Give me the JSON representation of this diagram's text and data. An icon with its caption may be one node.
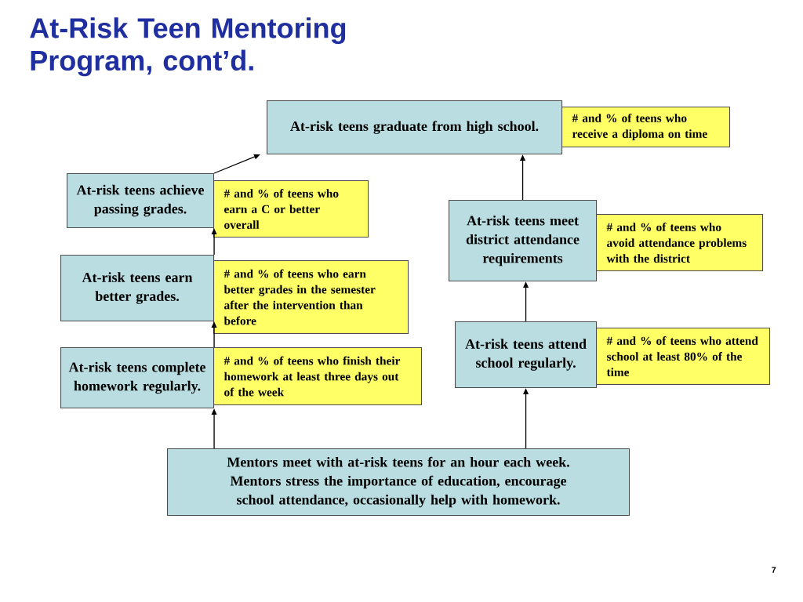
{
  "diagram": {
    "title": "At-Risk Teen Mentoring Program, cont’d.",
    "nodes": [
      {
        "text": [
          "At-risk teens graduate from high school."
        ]
      },
      {
        "text": [
          "# and % of teens who receive a diploma on time"
        ]
      },
      {
        "text": [
          "At-risk teens achieve passing grades."
        ]
      },
      {
        "text": [
          "# and % of teens who earn a C or better overall"
        ]
      },
      {
        "text": [
          "At-risk teens meet district attendance requirements"
        ]
      },
      {
        "text": [
          "# and % of teens who avoid attendance problems with the district"
        ]
      },
      {
        "text": [
          "At-risk teens earn better grades."
        ]
      },
      {
        "text": [
          "# and % of teens who earn better grades in the semester after the intervention than before"
        ]
      },
      {
        "text": [
          "At-risk teens attend school regularly."
        ]
      },
      {
        "text": [
          "# and % of teens who attend school at least 80% of the time"
        ]
      },
      {
        "text": [
          "At-risk teens complete homework regularly."
        ]
      },
      {
        "text": [
          "# and % of teens who finish their homework at least three days out of the week"
        ]
      },
      {
        "text": [
          "Mentors meet with at-risk teens for an hour each week. Mentors stress the importance of education, encourage school attendance, occasionally help with homework."
        ]
      }
    ],
    "edges": [
      {
        "from": 12,
        "to": 10,
        "arrow": "to"
      },
      {
        "from": 10,
        "to": 6,
        "arrow": "to"
      },
      {
        "from": 6,
        "to": 2,
        "arrow": "to"
      },
      {
        "from": 2,
        "to": 0,
        "arrow": "to"
      },
      {
        "from": 12,
        "to": 8,
        "arrow": "to"
      },
      {
        "from": 8,
        "to": 4,
        "arrow": "to"
      },
      {
        "from": 4,
        "to": 0,
        "arrow": "to"
      }
    ],
    "labels": [
      "7"
    ]
  }
}
